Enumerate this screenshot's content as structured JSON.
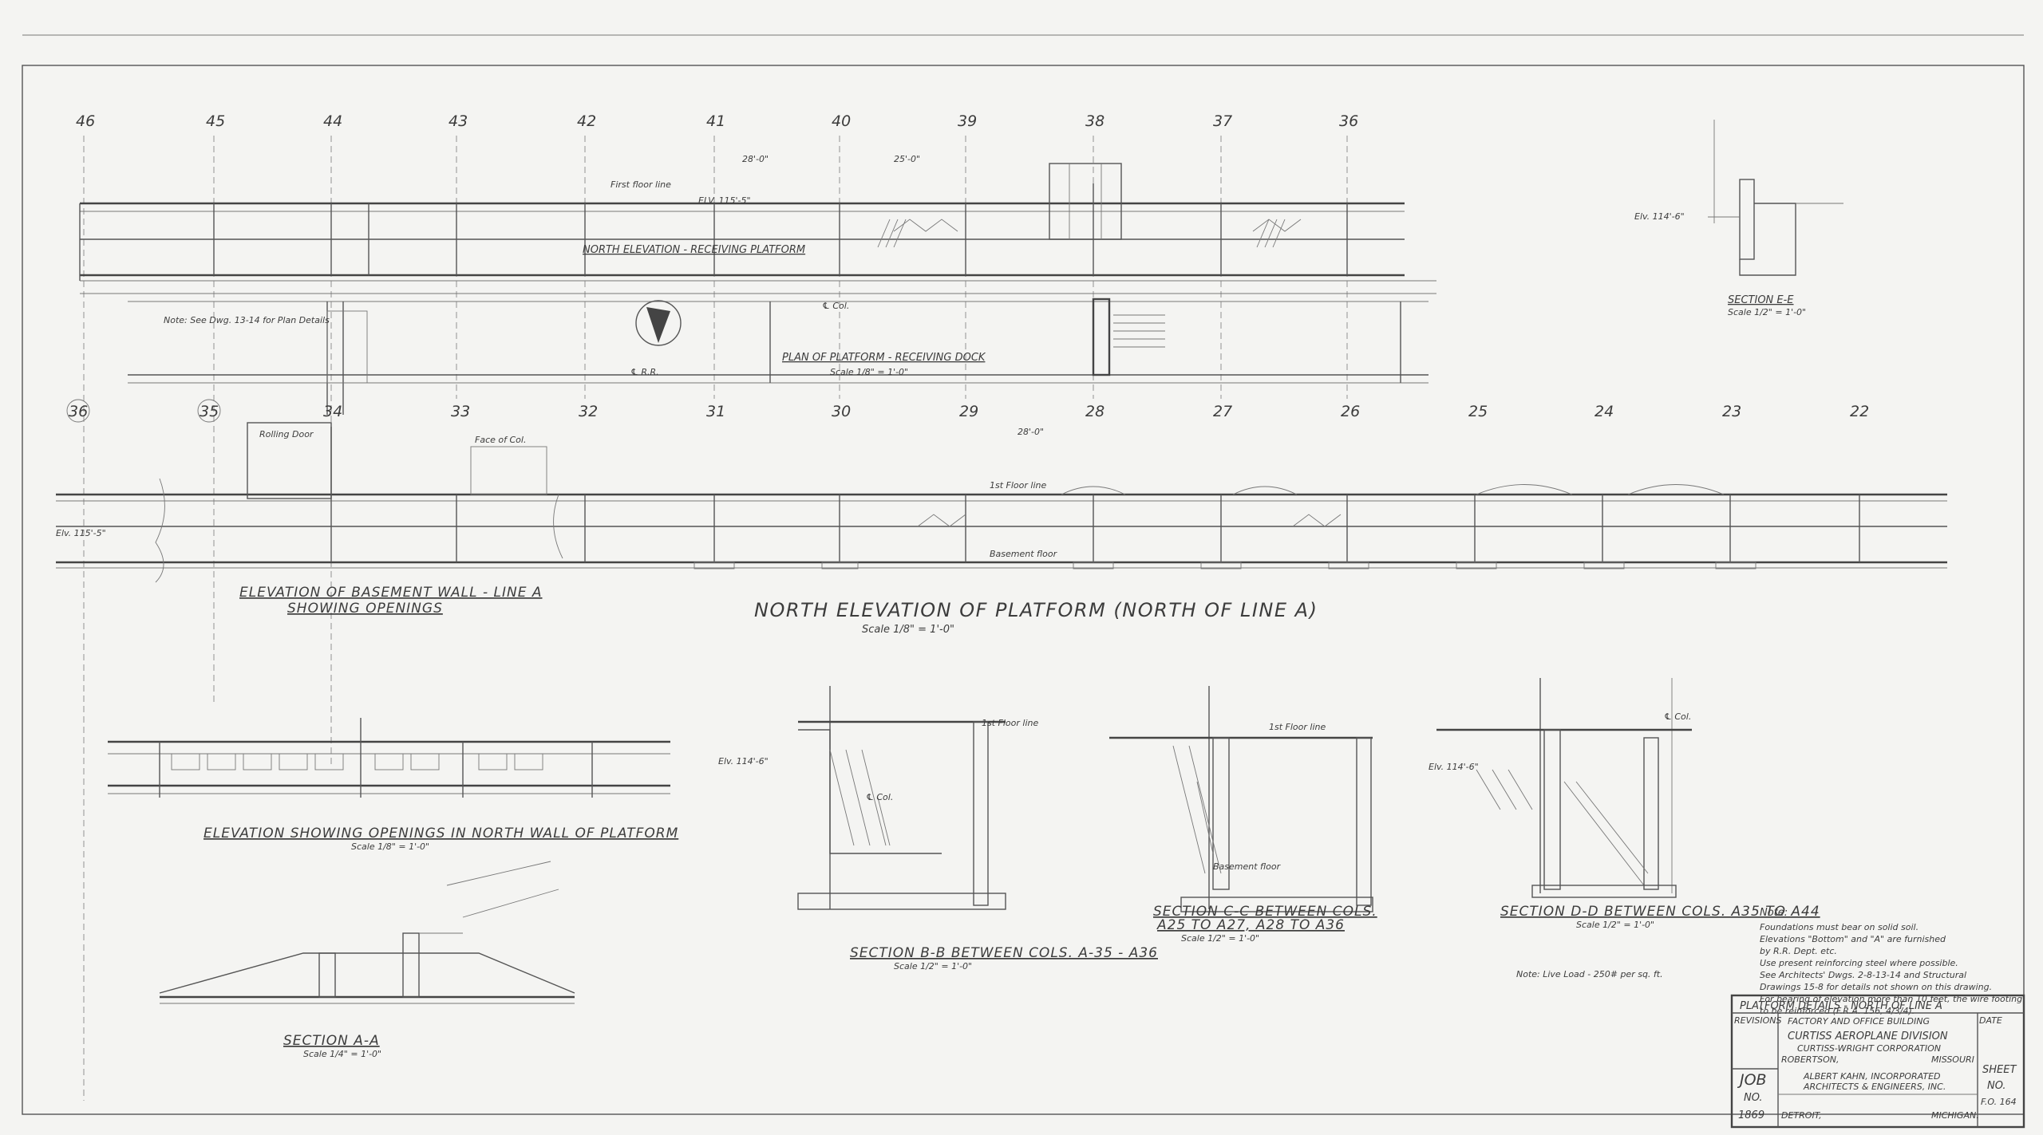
{
  "drawing": {
    "title": "PLATFORM DETAILS - NORTH OF LINE A",
    "column_lines_upper": [
      "46",
      "45",
      "44",
      "43",
      "42",
      "41",
      "40",
      "39",
      "38",
      "37",
      "36"
    ],
    "column_lines_lower": [
      "36",
      "35",
      "34",
      "33",
      "32",
      "31",
      "30",
      "29",
      "28",
      "27",
      "26",
      "25",
      "24",
      "23",
      "22"
    ],
    "views": {
      "north_elev_receiving": "NORTH ELEVATION - RECEIVING PLATFORM",
      "plan_receiving": "PLAN OF PLATFORM - RECEIVING DOCK",
      "plan_receiving_scale": "Scale 1/8\" = 1'-0\"",
      "section_ee": "SECTION E-E",
      "section_ee_scale": "Scale 1/2\" = 1'-0\"",
      "elev_basement": "ELEVATION OF BASEMENT WALL - LINE A",
      "elev_basement_sub": "SHOWING OPENINGS",
      "north_elev_platform": "NORTH ELEVATION OF PLATFORM (NORTH OF LINE A)",
      "north_elev_platform_scale": "Scale 1/8\" = 1'-0\"",
      "elev_openings": "ELEVATION SHOWING OPENINGS IN NORTH WALL OF PLATFORM",
      "elev_openings_scale": "Scale 1/8\" = 1'-0\"",
      "section_aa": "SECTION A-A",
      "section_aa_scale": "Scale 1/4\" = 1'-0\"",
      "section_bb": "SECTION B-B BETWEEN COLS. A-35 - A36",
      "section_bb_scale": "Scale 1/2\" = 1'-0\"",
      "section_cc": "SECTION C-C BETWEEN COLS.",
      "section_cc_sub": "A25 TO A27, A28 TO A36",
      "section_cc_scale": "Scale 1/2\" = 1'-0\"",
      "section_dd": "SECTION D-D BETWEEN COLS. A35 TO A44",
      "section_dd_scale": "Scale 1/2\" = 1'-0\""
    },
    "annotations": {
      "first_floor_line": "First floor line",
      "elv": "ELV. 115'-5\"",
      "first_floor_line_2": "1st Floor line",
      "basement_floor": "Basement floor",
      "elv_115": "Elv. 115'-5\"",
      "elv_114": "Elv. 114'-6\"",
      "face_of_col": "Face of Col.",
      "rolling_door": "Rolling Door",
      "l_rr": "℄ R.R.",
      "note_left": "Note: See Dwg. 13-14 for Plan Details",
      "typ_dim": "28'-0\"",
      "dim_25": "25'-0\"",
      "live_load": "Note: Live Load - 250# per sq. ft.",
      "col_label": "℄ Col."
    },
    "notes": {
      "heading": "Note:",
      "lines": [
        "Foundations must bear on solid soil.",
        "Elevations \"Bottom\" and \"A\" are furnished",
        "by R.R. Dept. etc.",
        "Use present reinforcing steel where possible.",
        "See Architects' Dwgs. 2-8-13-14 and Structural",
        "Drawings 15-8 for details not shown on this drawing.",
        "For bearing of elevation more than 10 feet, the wire footing",
        "to be reinforced (F.R.A. 156, 4/3/4)."
      ]
    },
    "title_block": {
      "title": "PLATFORM DETAILS - NORTH OF LINE A",
      "project": "FACTORY AND OFFICE BUILDING",
      "client": "CURTISS AEROPLANE DIVISION",
      "corporation": "CURTISS-WRIGHT CORPORATION",
      "location": "ROBERTSON,",
      "state": "MISSOURI",
      "architect": "ALBERT KAHN, INCORPORATED",
      "architect_sub": "ARCHITECTS & ENGINEERS, INC.",
      "city": "DETROIT,",
      "city_state": "MICHIGAN.",
      "job_label": "JOB",
      "job_no_label": "NO.",
      "job_no": "1869",
      "sheet_label": "SHEET",
      "sheet_no_label": "NO.",
      "sheet_no": "F.O. 164",
      "revisions": "REVISIONS",
      "date_label": "DATE"
    }
  }
}
